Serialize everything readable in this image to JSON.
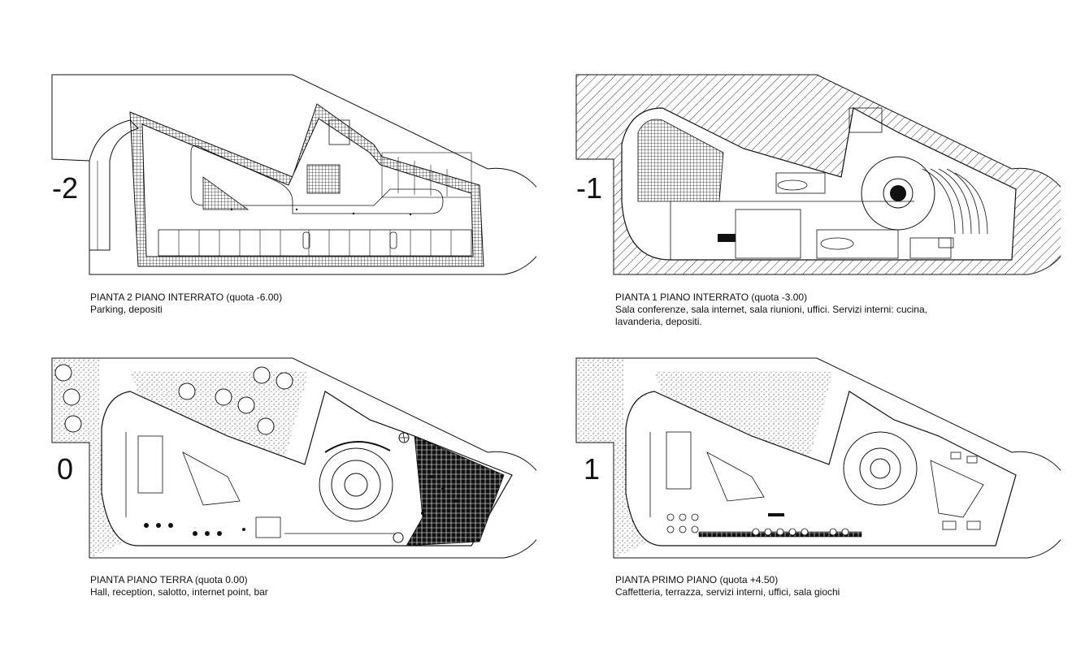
{
  "plans": [
    {
      "level": "-2",
      "title": "PIANTA 2 PIANO INTERRATO (quota -6.00)",
      "description": "Parking, depositi"
    },
    {
      "level": "-1",
      "title": "PIANTA 1 PIANO INTERRATO (quota -3.00)",
      "description": "Sala conferenze, sala internet, sala riunioni, uffici. Servizi interni: cucina, lavanderia, depositi."
    },
    {
      "level": "0",
      "title": "PIANTA  PIANO TERRA (quota 0.00)",
      "description": "Hall, reception, salotto, internet point, bar"
    },
    {
      "level": "1",
      "title": "PIANTA PRIMO PIANO (quota +4.50)",
      "description": "Caffetteria, terrazza, servizi interni, uffici, sala giochi"
    }
  ],
  "colors": {
    "ink": "#111111",
    "paper": "#ffffff"
  }
}
